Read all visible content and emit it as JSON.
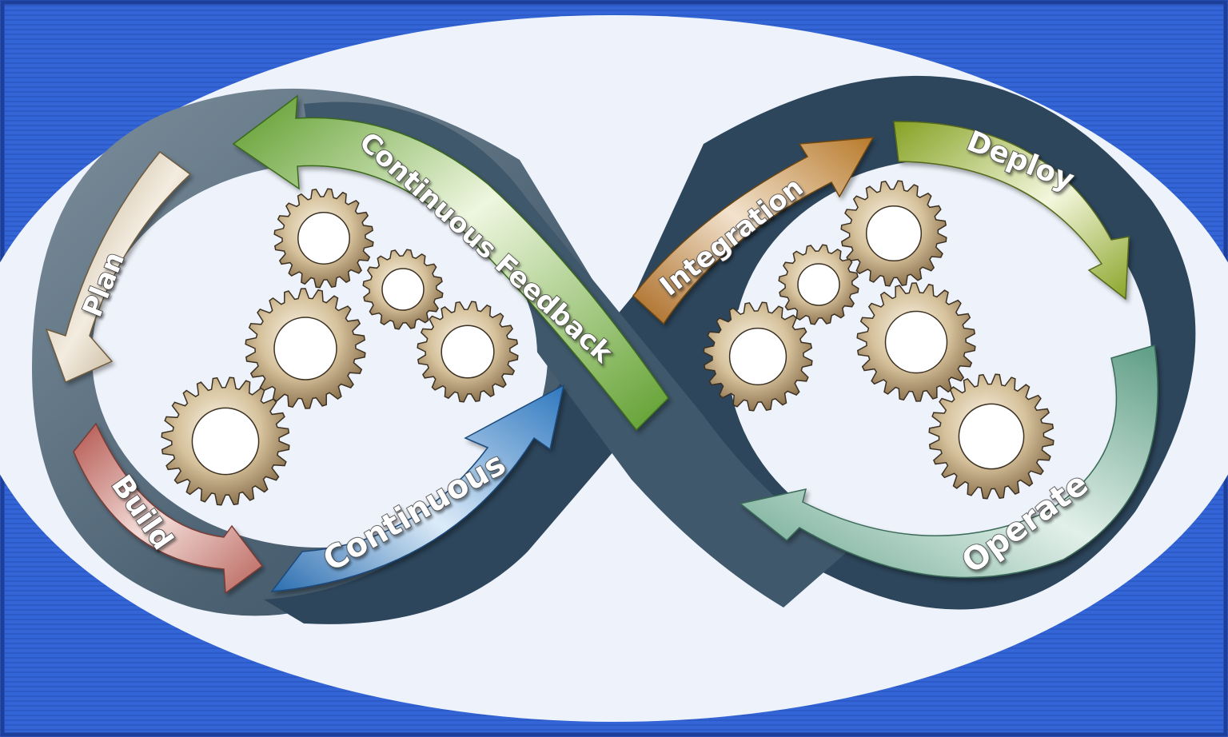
{
  "diagram": {
    "stages": [
      {
        "id": "plan",
        "label": "Plan",
        "color": "#a89068"
      },
      {
        "id": "build",
        "label": "Build",
        "color": "#b5645c"
      },
      {
        "id": "continuous-testing",
        "label": "Continuous",
        "color": "#2f74b8"
      },
      {
        "id": "integration",
        "label": "Integration",
        "color": "#b07428"
      },
      {
        "id": "deploy",
        "label": "Deploy",
        "color": "#8aa428"
      },
      {
        "id": "operate",
        "label": "Operate",
        "color": "#5f9f86"
      },
      {
        "id": "feedback",
        "label": "Continuous Feedback",
        "color": "#5f9f2e"
      }
    ],
    "colors": {
      "frame": "#2f5fd0",
      "ellipse": "#eef3fb",
      "loop": "#2f4a60",
      "gear": "#b39a6e"
    },
    "gear_icon": "gear-icon"
  }
}
